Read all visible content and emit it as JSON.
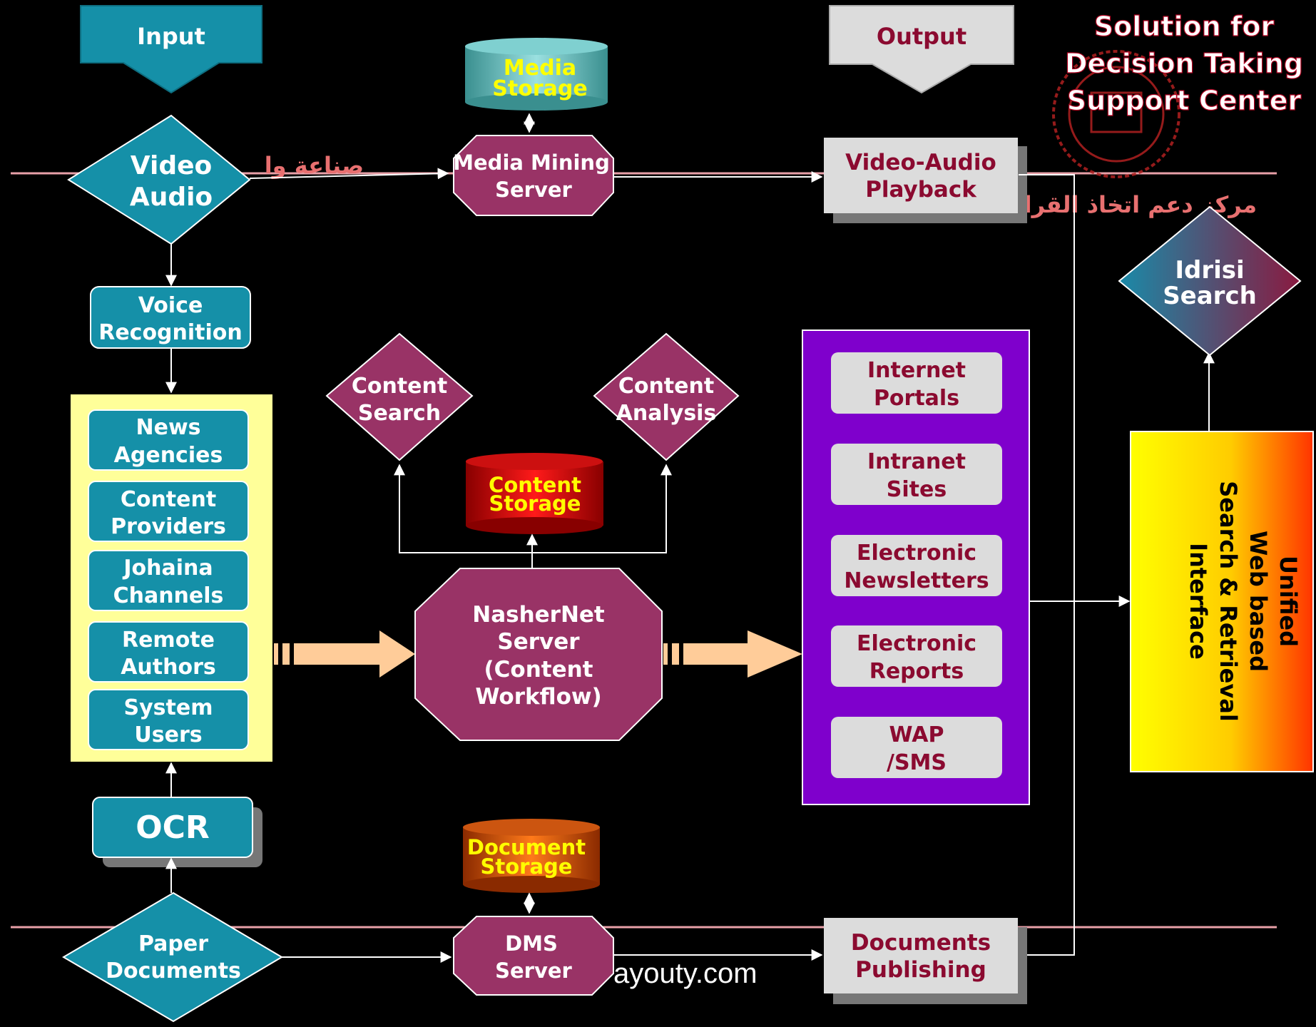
{
  "title": [
    "Solution for",
    "Decision Taking",
    "Support Center"
  ],
  "arabic_title": "مركز دعم اتخاذ القرار",
  "arabic_fragment": "صناعة وا",
  "watermark": "ayouty.com",
  "input": "Input",
  "output": "Output",
  "media_storage": [
    "Media",
    "Storage"
  ],
  "media_mining": [
    "Media Mining",
    "Server"
  ],
  "video_audio": [
    "Video",
    "Audio"
  ],
  "video_playback": [
    "Video-Audio",
    "Playback"
  ],
  "voice_recognition": [
    "Voice",
    "Recognition"
  ],
  "sources": [
    [
      "News",
      "Agencies"
    ],
    [
      "Content",
      "Providers"
    ],
    [
      "Johaina",
      "Channels"
    ],
    [
      "Remote",
      "Authors"
    ],
    [
      "System",
      "Users"
    ]
  ],
  "content_search": [
    "Content",
    "Search"
  ],
  "content_analysis": [
    "Content",
    "Analysis"
  ],
  "content_storage": [
    "Content",
    "Storage"
  ],
  "nashernet": [
    "NasherNet",
    "Server",
    "(Content",
    "Workflow)"
  ],
  "channels": [
    [
      "Internet",
      "Portals"
    ],
    [
      "Intranet",
      "Sites"
    ],
    [
      "Electronic",
      "Newsletters"
    ],
    [
      "Electronic",
      "Reports"
    ],
    [
      "WAP",
      "/SMS"
    ]
  ],
  "idrisi": [
    "Idrisi",
    "Search"
  ],
  "unified": [
    "Unified",
    "Web based",
    "Search & Retrieval",
    "Interface"
  ],
  "ocr": "OCR",
  "paper_documents": [
    "Paper",
    "Documents"
  ],
  "document_storage": [
    "Document",
    "Storage"
  ],
  "dms": [
    "DMS",
    "Server"
  ],
  "documents_publishing": [
    "Documents",
    "Publishing"
  ],
  "colors": {
    "teal": "#1590a8",
    "maroon": "#993366",
    "purple": "#7f00cc",
    "light_gray": "#dcdcdc",
    "pale_yellow": "#ffff99",
    "dark_red_text": "#8b0a30"
  }
}
